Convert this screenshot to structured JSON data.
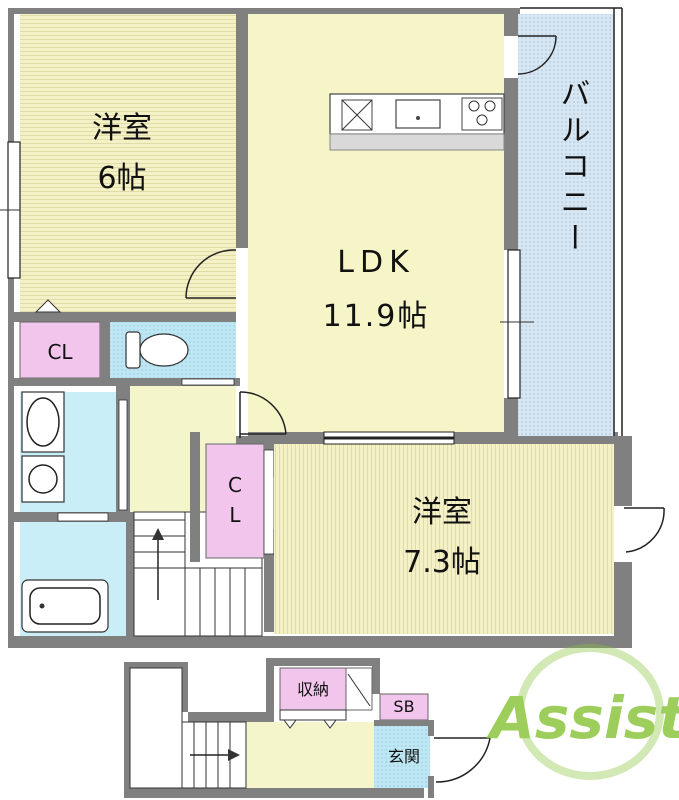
{
  "rooms": {
    "western_room_1": {
      "name": "洋室",
      "size": "6帖"
    },
    "ldk": {
      "name": "LDK",
      "size": "11.9帖"
    },
    "balcony": {
      "name": "バルコニー"
    },
    "western_room_2": {
      "name": "洋室",
      "size": "7.3帖"
    },
    "closet_1": {
      "name": "CL"
    },
    "closet_2": {
      "name": "C",
      "name2": "L"
    },
    "storage": {
      "name": "収納"
    },
    "shoe_box": {
      "name": "SB"
    },
    "entrance": {
      "name": "玄関"
    }
  },
  "logo": {
    "text": "Assist",
    "color": "#8cc63f"
  },
  "colors": {
    "floor_yellow": "#f5f5cc",
    "tatami_yellow": "#f3f0c8",
    "wet_area": "#c9eef7",
    "balcony": "#d9e6f2",
    "closet_pink": "#f2c6ec",
    "wall_gray": "#808080"
  }
}
